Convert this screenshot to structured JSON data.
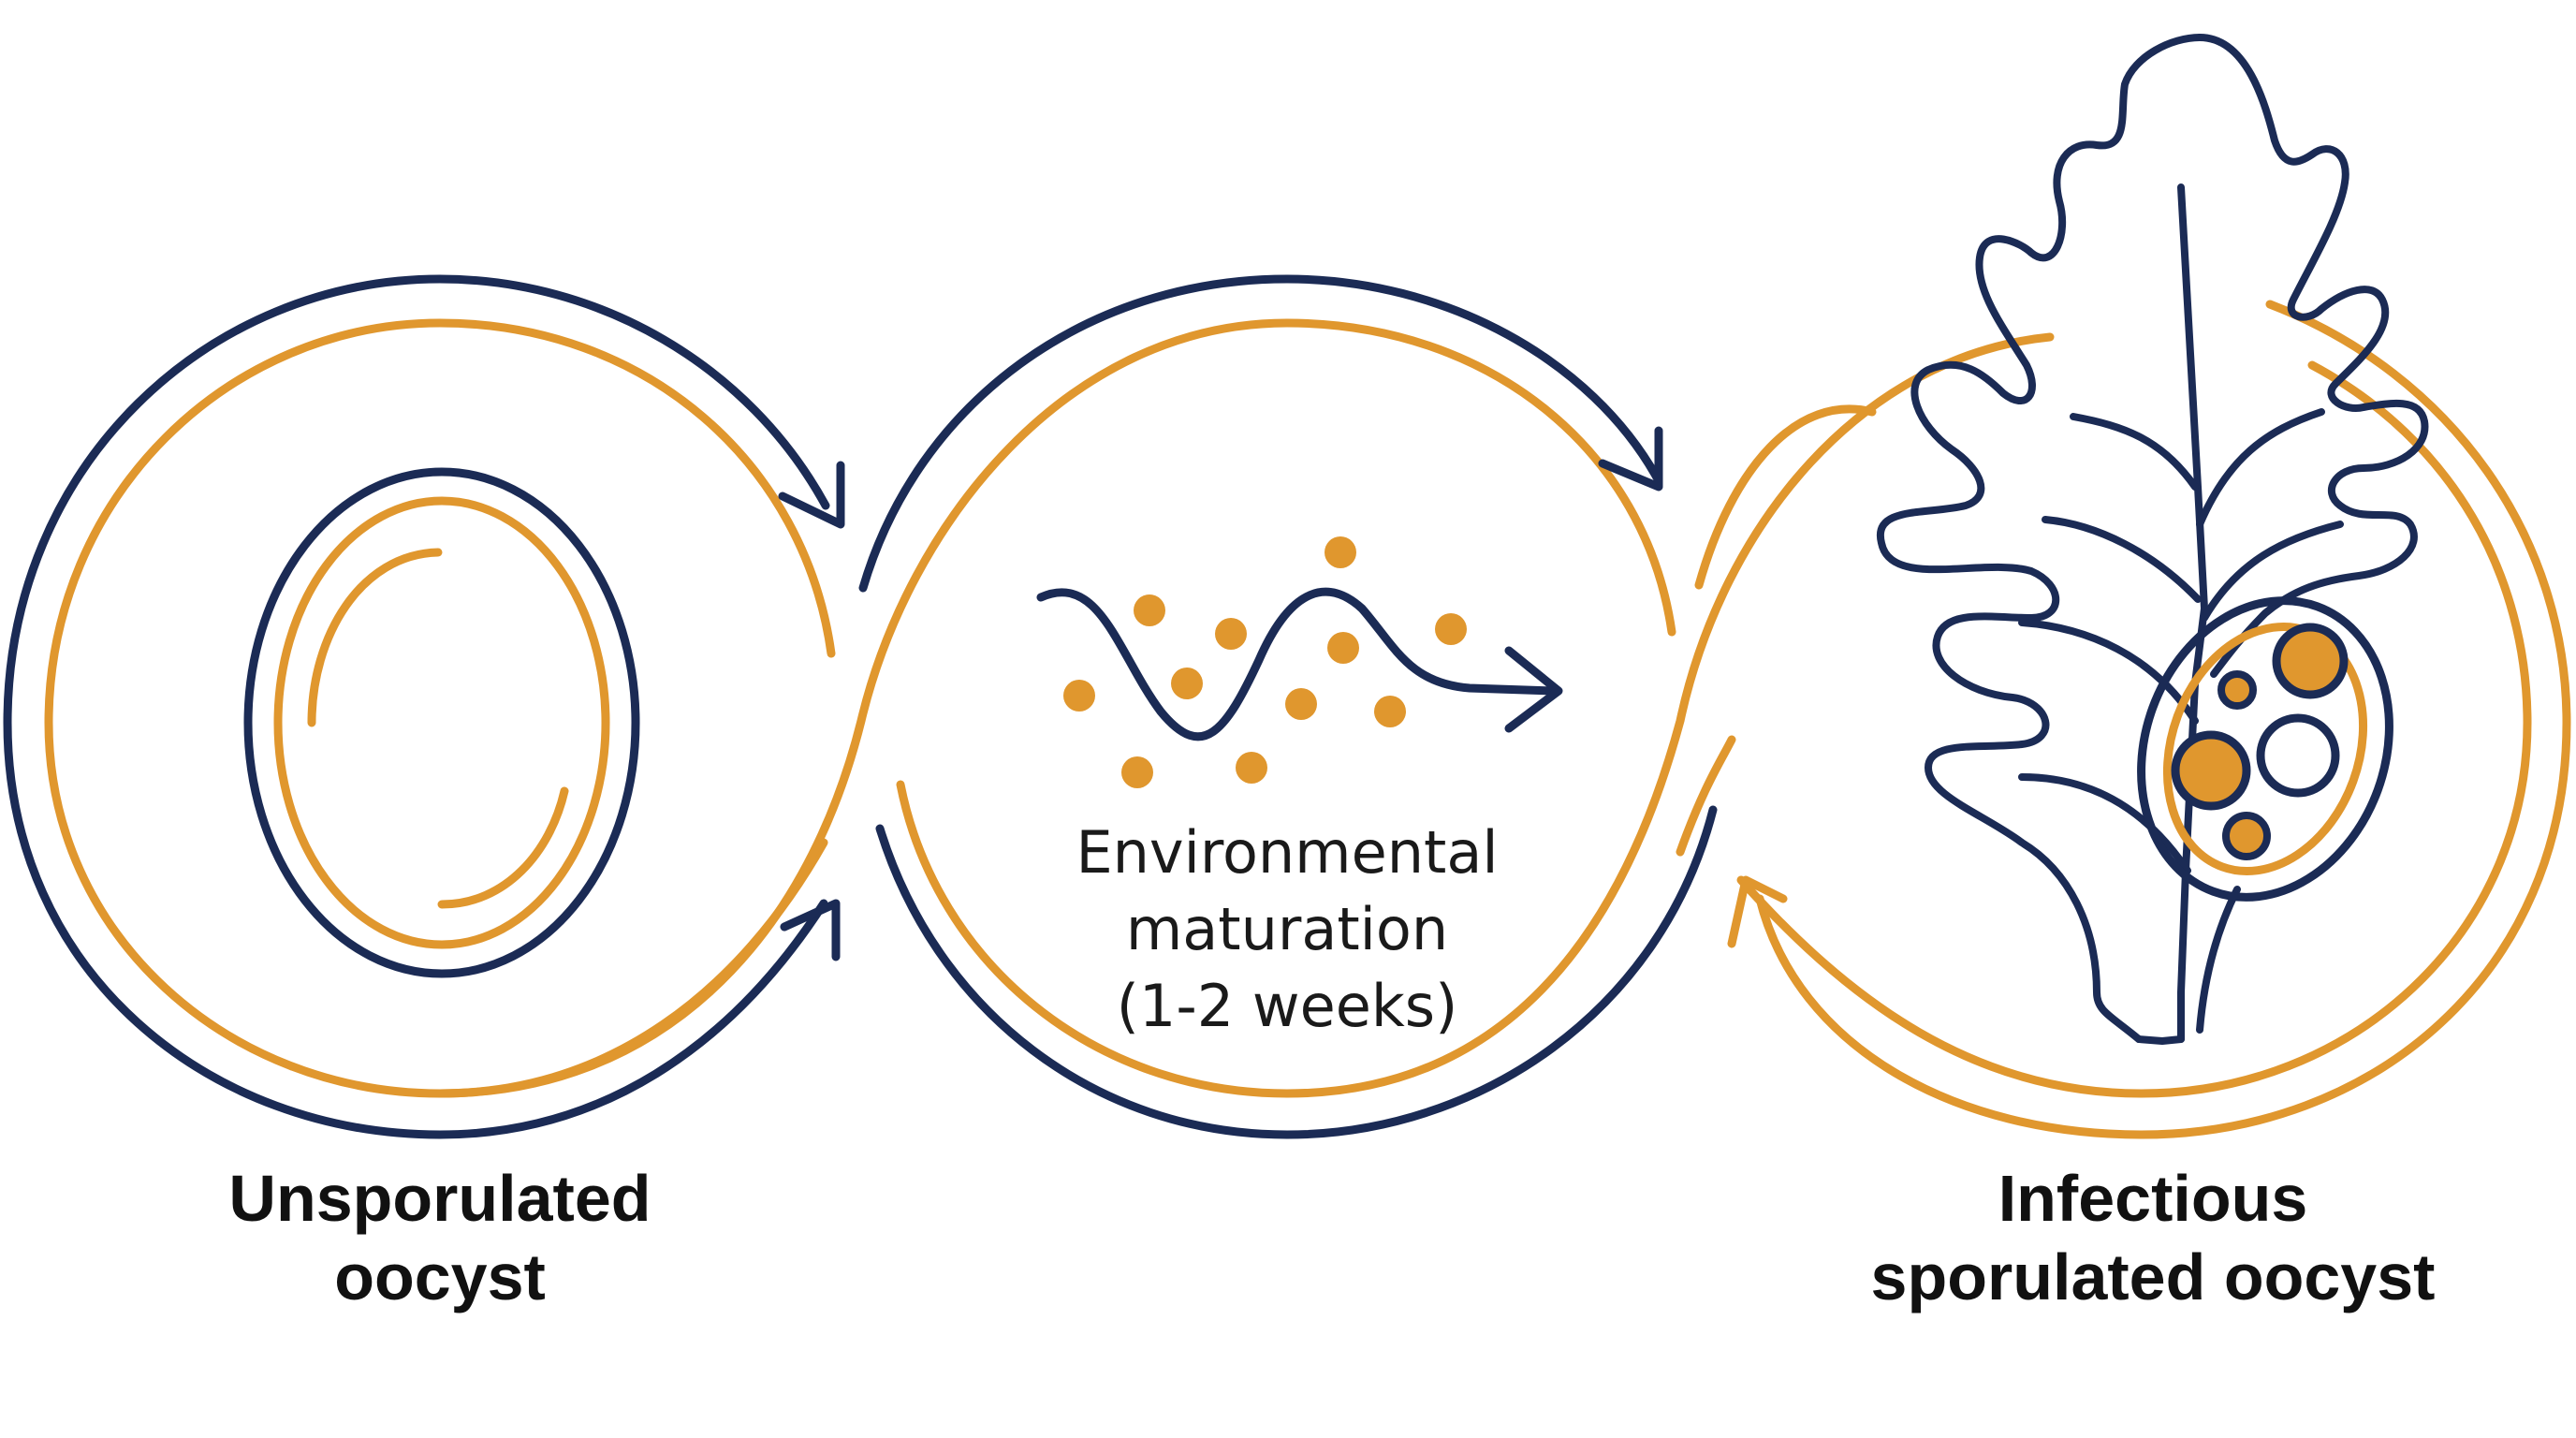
{
  "stages": [
    {
      "id": "unsporulated",
      "lines": [
        "Unsporulated",
        "oocyst"
      ]
    },
    {
      "id": "maturation",
      "lines": [
        "Environmental",
        "maturation",
        "(1-2 weeks)"
      ]
    },
    {
      "id": "sporulated",
      "lines": [
        "Infectious",
        "sporulated oocyst"
      ]
    }
  ],
  "colors": {
    "navy": "#1b2b55",
    "gold": "#e0972e",
    "text": "#111111"
  },
  "icons": [
    "oocyst-egg-icon",
    "particle-wave-icon",
    "leaf-icon",
    "sporulated-oocyst-icon"
  ]
}
